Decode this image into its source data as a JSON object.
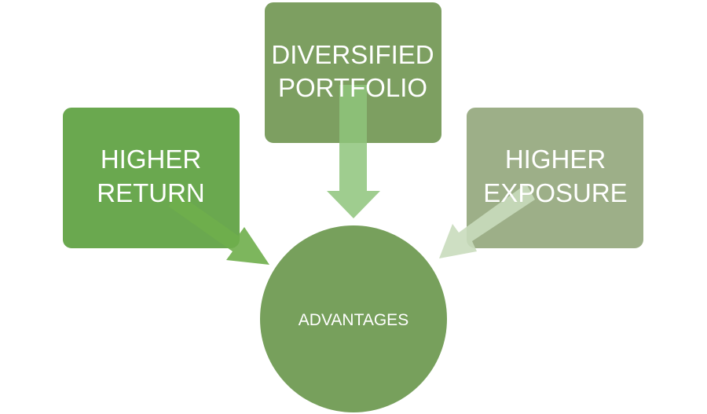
{
  "diagram": {
    "center": {
      "label": "ADVANTAGES"
    },
    "boxes": [
      {
        "id": "higher-return",
        "lines": [
          "HIGHER",
          "RETURN"
        ]
      },
      {
        "id": "diversified-portfolio",
        "lines": [
          "DIVERSIFIED",
          "PORTFOLIO"
        ]
      },
      {
        "id": "higher-exposure",
        "lines": [
          "HIGHER",
          "EXPOSURE"
        ]
      }
    ],
    "colors": {
      "higher_return_box": "#6aa84f",
      "diversified_portfolio_box": "#7d9f61",
      "higher_exposure_box": "#9daf88",
      "center_circle": "#77a05c",
      "arrow_left": "#6fae4b",
      "arrow_top": "#8ec47b",
      "arrow_right": "#c9dcbd",
      "text": "#ffffff"
    }
  }
}
